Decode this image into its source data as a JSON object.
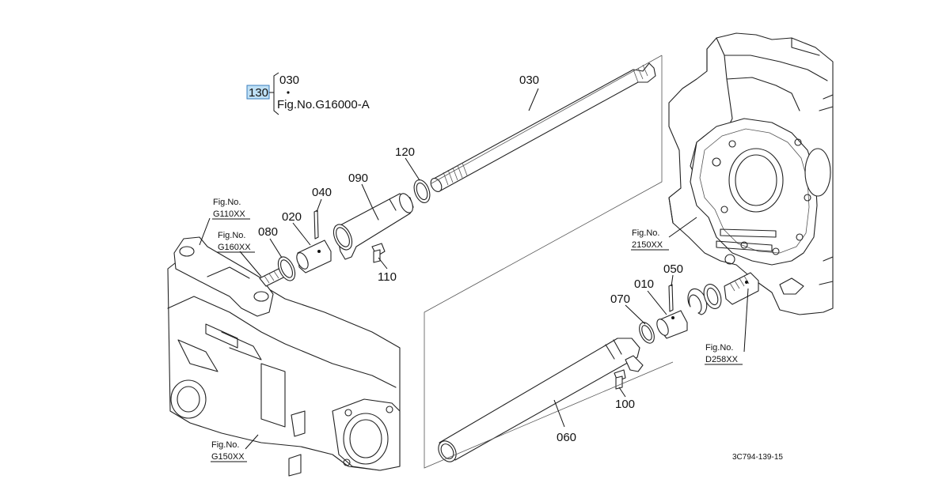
{
  "callouts": {
    "c130": "130",
    "c030a": "030",
    "fig_ref": "Fig.No.G16000-A",
    "c030": "030",
    "c120": "120",
    "c090": "090",
    "c040": "040",
    "c020": "020",
    "c080": "080",
    "c110": "110",
    "c050": "050",
    "c010": "010",
    "c070": "070",
    "c100": "100",
    "c060": "060"
  },
  "refs": {
    "g110_a": "Fig.No.",
    "g110_b": "G110XX",
    "g160_a": "Fig.No.",
    "g160_b": "G160XX",
    "g150_a": "Fig.No.",
    "g150_b": "G150XX",
    "f2150_a": "Fig.No.",
    "f2150_b": "2150XX",
    "d258_a": "Fig.No.",
    "d258_b": "D258XX"
  },
  "drawing_code": "3C794-139-15",
  "highlight_color": "#bfe0f5"
}
